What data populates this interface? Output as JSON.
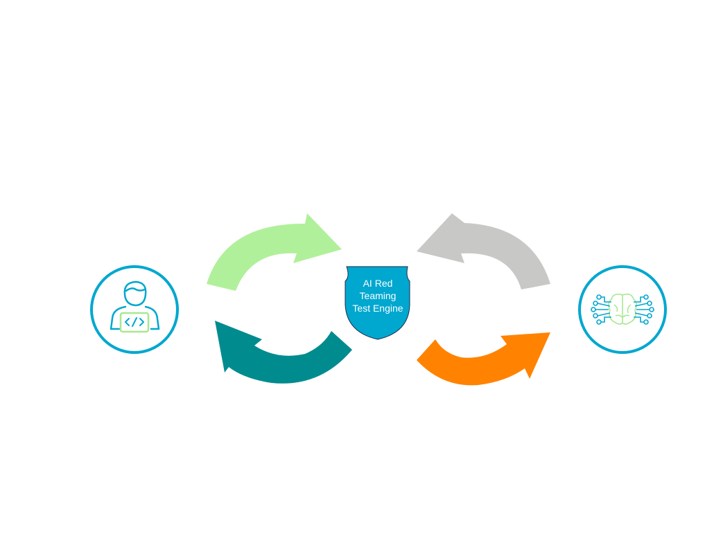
{
  "engine": {
    "label_lines": [
      "AI Red",
      "Teaming",
      "Test Engine"
    ]
  },
  "nodes": {
    "left": {
      "icon": "developer-code-icon"
    },
    "right": {
      "icon": "ai-brain-circuit-icon"
    }
  },
  "colors": {
    "engine_fill": "#00A7CF",
    "circle_stroke": "#00A7CF",
    "arrow_green": "#B1F09A",
    "arrow_teal": "#008C8F",
    "arrow_gray": "#C8C8C6",
    "arrow_orange": "#FF8300",
    "icon_green": "#A8E890"
  }
}
